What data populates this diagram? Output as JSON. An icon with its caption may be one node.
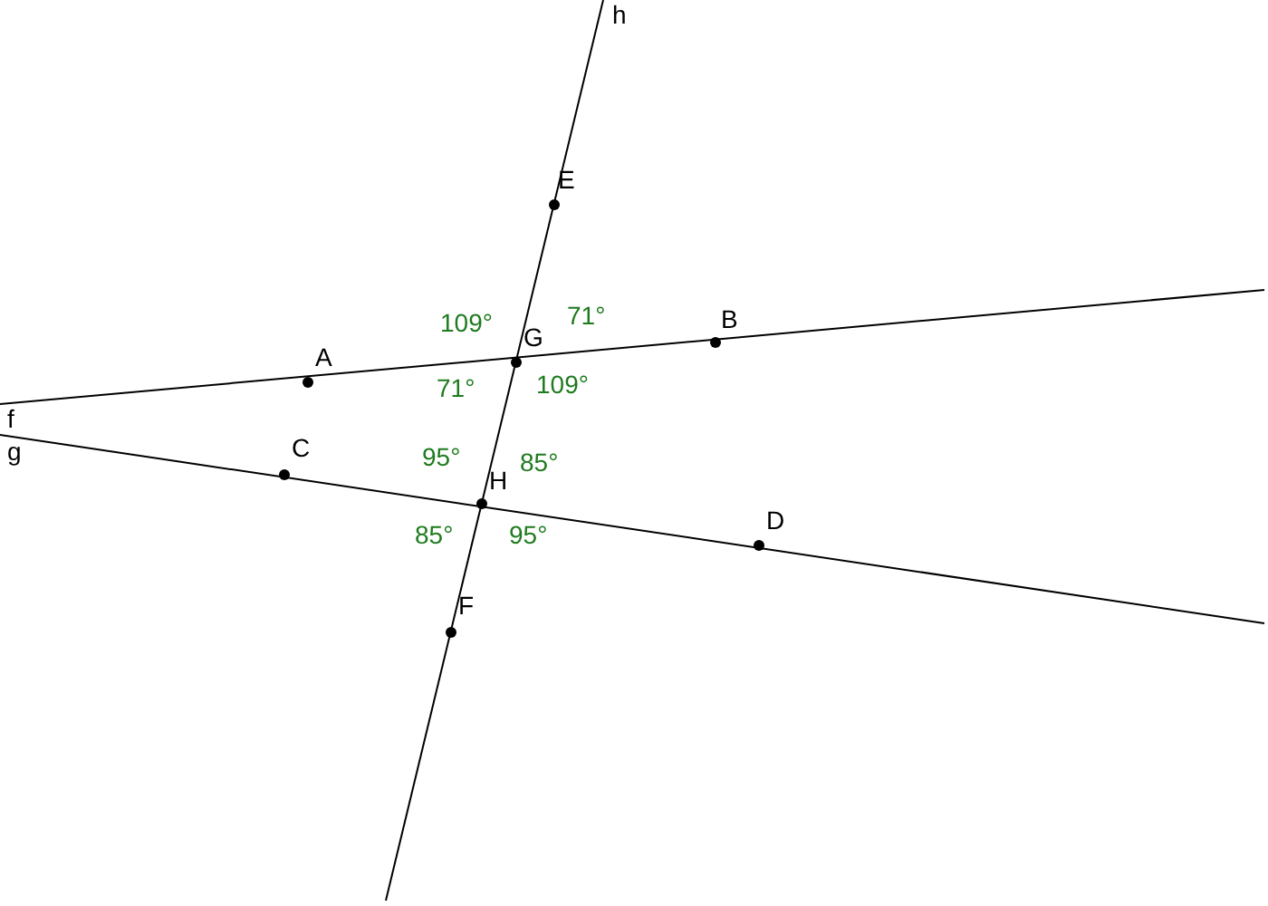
{
  "diagram": {
    "labels": [
      "h",
      "E",
      "109°",
      "G",
      "71°",
      "B",
      "A",
      "71°",
      "109°",
      "f",
      "g",
      "C",
      "95°",
      "H",
      "85°",
      "85°",
      "95°",
      "D",
      "F"
    ]
  }
}
